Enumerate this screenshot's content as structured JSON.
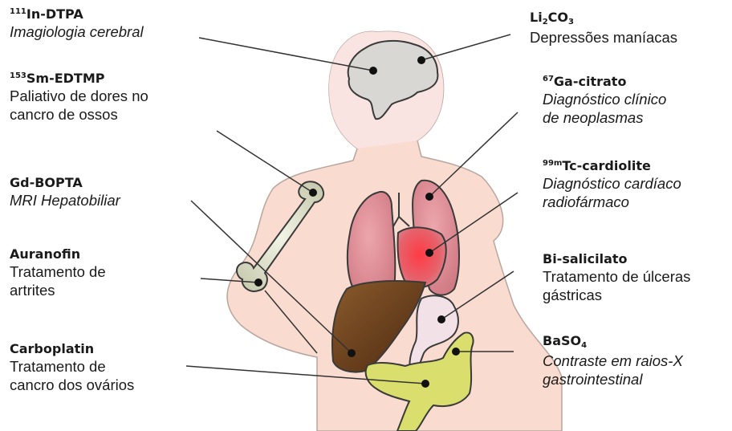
{
  "labels": {
    "in_dtpa": {
      "sup": "111",
      "name": "In-DTPA",
      "use": [
        "Imagiologia cerebral"
      ],
      "italic": true
    },
    "sm_edtmp": {
      "sup": "153",
      "name": "Sm-EDTMP",
      "use": [
        "Paliativo de dores no",
        "cancro de ossos"
      ],
      "italic": false
    },
    "gd_bopta": {
      "name": "Gd-BOPTA",
      "use": [
        "MRI Hepatobiliar"
      ],
      "italic": true
    },
    "auranofin": {
      "name": "Auranofin",
      "use": [
        "Tratamento de",
        "artrites"
      ],
      "italic": false
    },
    "carboplatin": {
      "name": "Carboplatin",
      "use": [
        "Tratamento de",
        "cancro dos ovários"
      ],
      "italic": false
    },
    "li2co3": {
      "name_a": "Li",
      "sub1": "2",
      "name_b": "CO",
      "sub2": "3",
      "use": [
        "Depressões maníacas"
      ],
      "italic": false
    },
    "ga_citrato": {
      "sup": "67",
      "name": "Ga-citrato",
      "use": [
        "Diagnóstico clínico",
        "de neoplasmas"
      ],
      "italic": true
    },
    "tc_cardiolite": {
      "sup": "99m",
      "name": "Tc-cardiolite",
      "use": [
        "Diagnóstico cardíaco",
        "radiofármaco"
      ],
      "italic": true
    },
    "bi_salicilato": {
      "name": "Bi-salicilato",
      "use": [
        "Tratamento de úlceras",
        "gástricas"
      ],
      "italic": false
    },
    "baso4": {
      "name_a": "BaSO",
      "sub": "4",
      "use": [
        "Contraste em raios-X",
        "gastrointestinal"
      ],
      "italic": true
    }
  },
  "colors": {
    "skin": "#f8d9cc",
    "brain": "#d8d6d2",
    "lungs": "#d98a92",
    "heart": "#e03a44",
    "liver": "#6b3f1b",
    "stomach": "#f1dfe6",
    "intestine": "#d7dc6a",
    "bone": "#e6e8d2"
  }
}
